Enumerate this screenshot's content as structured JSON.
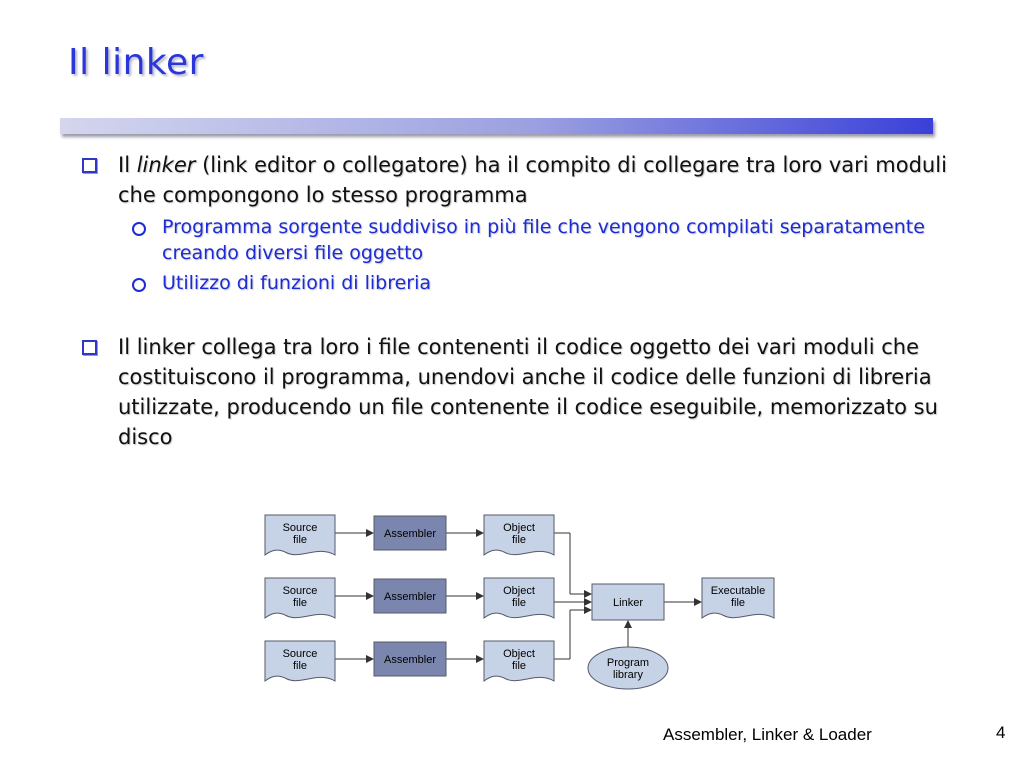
{
  "slide": {
    "title": "Il linker",
    "bullets": [
      {
        "prefix": "Il ",
        "emphasis": "linker",
        "text": " (link editor o collegatore) ha il compito di collegare tra loro vari moduli che compongono lo stesso programma",
        "subbullets": [
          "Programma sorgente suddiviso in più file che vengono compilati separatamente creando diversi file oggetto",
          "Utilizzo di funzioni di libreria"
        ]
      },
      {
        "text": "Il linker collega tra loro i file contenenti il codice oggetto dei vari moduli che costituiscono il programma, unendovi anche il codice delle funzioni di libreria utilizzate, producendo un file contenente il codice eseguibile, memorizzato su disco"
      }
    ],
    "footer": "Assembler, Linker & Loader",
    "page_number": "4"
  },
  "diagram": {
    "rows": [
      {
        "source": [
          "Source",
          "file"
        ],
        "assembler": "Assembler",
        "object": [
          "Object",
          "file"
        ]
      },
      {
        "source": [
          "Source",
          "file"
        ],
        "assembler": "Assembler",
        "object": [
          "Object",
          "file"
        ]
      },
      {
        "source": [
          "Source",
          "file"
        ],
        "assembler": "Assembler",
        "object": [
          "Object",
          "file"
        ]
      }
    ],
    "linker": "Linker",
    "executable": [
      "Executable",
      "file"
    ],
    "library": [
      "Program",
      "library"
    ],
    "colors": {
      "doc_fill": "#c6d2e6",
      "assembler_fill": "#7a86ad",
      "linker_fill": "#c6d2e6",
      "stroke": "#555a6a"
    }
  }
}
